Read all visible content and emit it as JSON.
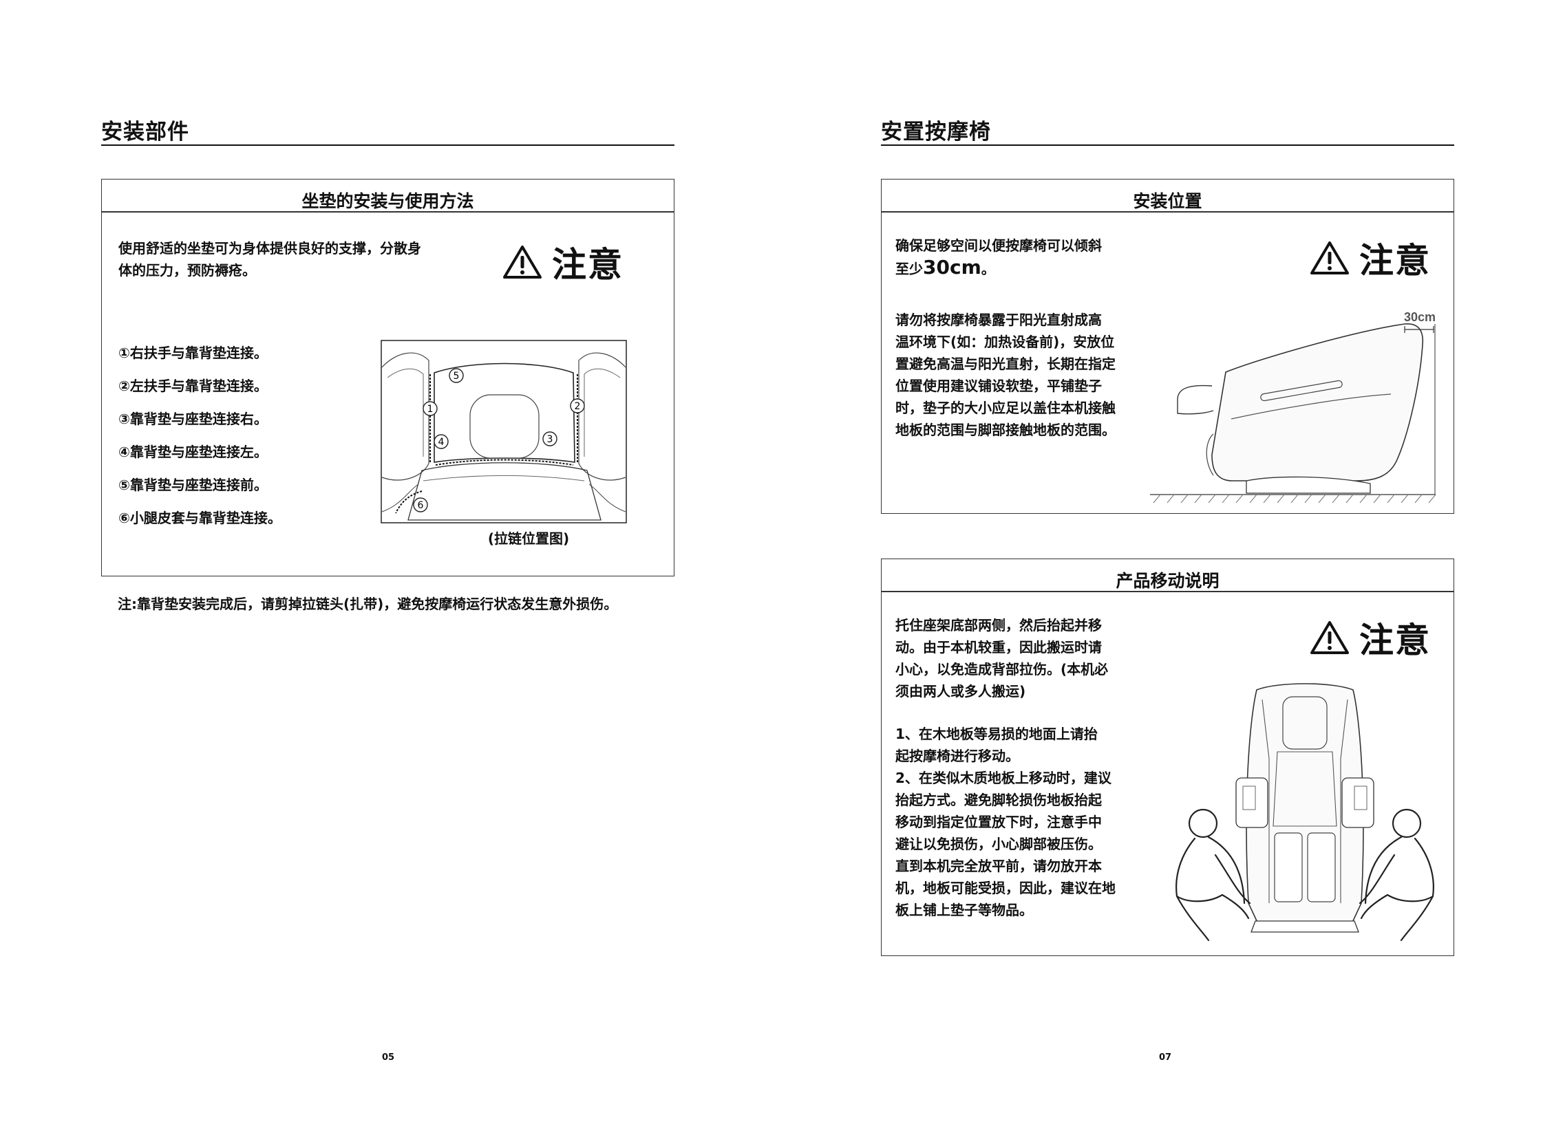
{
  "left_page": {
    "section_title": "安装部件",
    "box": {
      "title": "坐垫的安装与使用方法",
      "intro_lines": [
        "使用舒适的坐垫可为身体提供良好的支撑，分散身",
        "体的压力，预防褥疮。"
      ],
      "notice_label": "注意",
      "steps": [
        "①右扶手与靠背垫连接。",
        "②左扶手与靠背垫连接。",
        "③靠背垫与座垫连接右。",
        "④靠背垫与座垫连接左。",
        "⑤靠背垫与座垫连接前。",
        "⑥小腿皮套与靠背垫连接。"
      ],
      "diagram_caption": "(拉链位置图)",
      "diagram_markers": [
        "1",
        "2",
        "3",
        "4",
        "5",
        "6"
      ]
    },
    "footnote": "注:靠背垫安装完成后，请剪掉拉链头(扎带)，避免按摩椅运行状态发生意外损伤。",
    "page_number": "05"
  },
  "right_page": {
    "section_title": "安置按摩椅",
    "install_box": {
      "title": "安装位置",
      "notice_label": "注意",
      "line1": "确保足够空间以便按摩椅可以倾斜",
      "line2_prefix": "至少",
      "line2_value": "30cm",
      "line2_suffix": "。",
      "paragraph_lines": [
        "请勿将按摩椅暴露于阳光直射成高",
        "温环境下(如：加热设备前)，安放位",
        "置避免高温与阳光直射，长期在指定",
        "位置使用建议铺设软垫，平铺垫子",
        "时，垫子的大小应足以盖住本机接触",
        "地板的范围与脚部接触地板的范围。"
      ],
      "dimension_label": "30cm"
    },
    "move_box": {
      "title": "产品移动说明",
      "notice_label": "注意",
      "intro_lines": [
        "托住座架底部两侧，然后抬起并移",
        "动。由于本机较重，因此搬运时请",
        "小心，以免造成背部拉伤。(本机必",
        "须由两人或多人搬运)"
      ],
      "item_lines": [
        "1、在木地板等易损的地面上请抬",
        "起按摩椅进行移动。",
        "2、在类似木质地板上移动时，建议",
        "抬起方式。避免脚轮损伤地板抬起",
        "移动到指定位置放下时，注意手中",
        "避让以免损伤，小心脚部被压伤。",
        "直到本机完全放平前，请勿放开本",
        "机，地板可能受损，因此，建议在地",
        "板上铺上垫子等物品。"
      ]
    },
    "page_number": "07"
  }
}
